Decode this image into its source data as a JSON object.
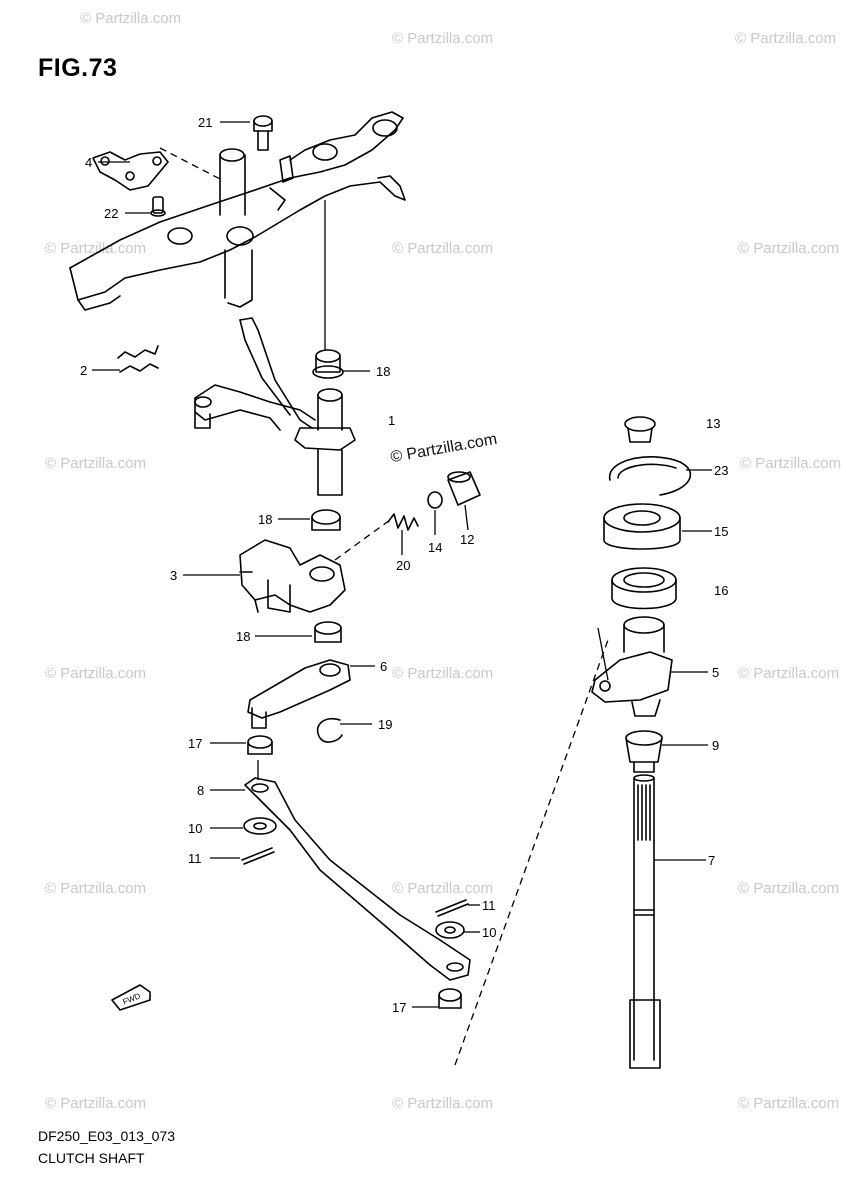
{
  "title": "FIG.73",
  "code": "DF250_E03_013_073",
  "caption": "CLUTCH SHAFT",
  "watermark": "© Partzilla.com",
  "fwd": "FWD",
  "callouts": {
    "c1": "1",
    "c2": "2",
    "c3": "3",
    "c4": "4",
    "c5": "5",
    "c6": "6",
    "c7": "7",
    "c8": "8",
    "c9": "9",
    "c10a": "10",
    "c10b": "10",
    "c11a": "11",
    "c11b": "11",
    "c12": "12",
    "c13": "13",
    "c14": "14",
    "c15": "15",
    "c16": "16",
    "c17a": "17",
    "c17b": "17",
    "c18a": "18",
    "c18b": "18",
    "c18c": "18",
    "c19": "19",
    "c20": "20",
    "c21": "21",
    "c22": "22",
    "c23": "23"
  }
}
